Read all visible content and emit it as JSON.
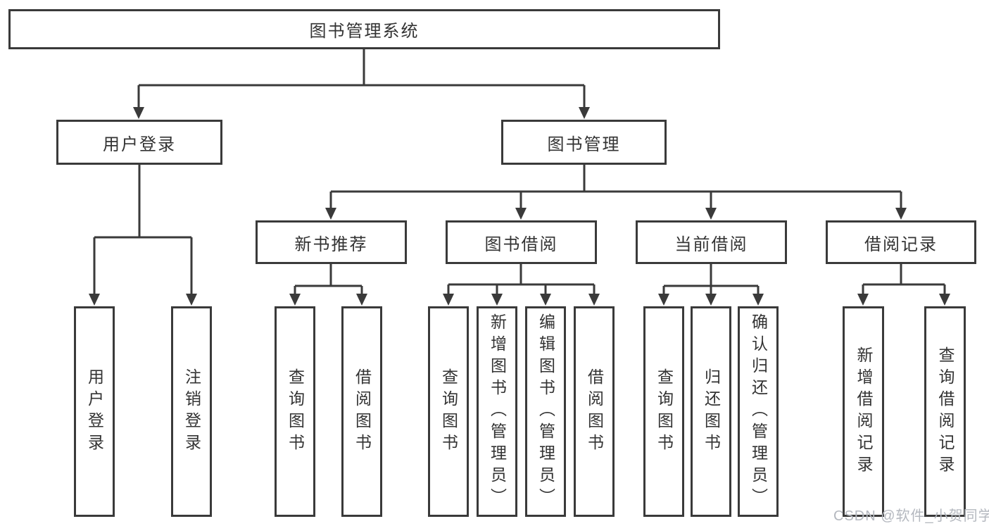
{
  "diagram": {
    "root": {
      "label": "图书管理系统"
    },
    "branches": {
      "user_login": {
        "label": "用户登录",
        "children": [
          "用户登录",
          "注销登录"
        ]
      },
      "book_mgmt": {
        "label": "图书管理",
        "children": {
          "new_book": {
            "label": "新书推荐",
            "children": [
              "查询图书",
              "借阅图书"
            ]
          },
          "book_borrow": {
            "label": "图书借阅",
            "children": [
              "查询图书",
              "新增图书（管理员）",
              "编辑图书（管理员）",
              "借阅图书"
            ]
          },
          "current_borrow": {
            "label": "当前借阅",
            "children": [
              "查询图书",
              "归还图书",
              "确认归还（管理员）"
            ]
          },
          "borrow_records": {
            "label": "借阅记录",
            "children": [
              "新增借阅记录",
              "查询借阅记录"
            ]
          }
        }
      }
    }
  },
  "watermark": {
    "text": "CSDN @软件_小贺同学",
    "color": "#b4b8bf"
  },
  "colors": {
    "line": "#3a3a3a",
    "text": "#333333",
    "background": "#ffffff"
  }
}
